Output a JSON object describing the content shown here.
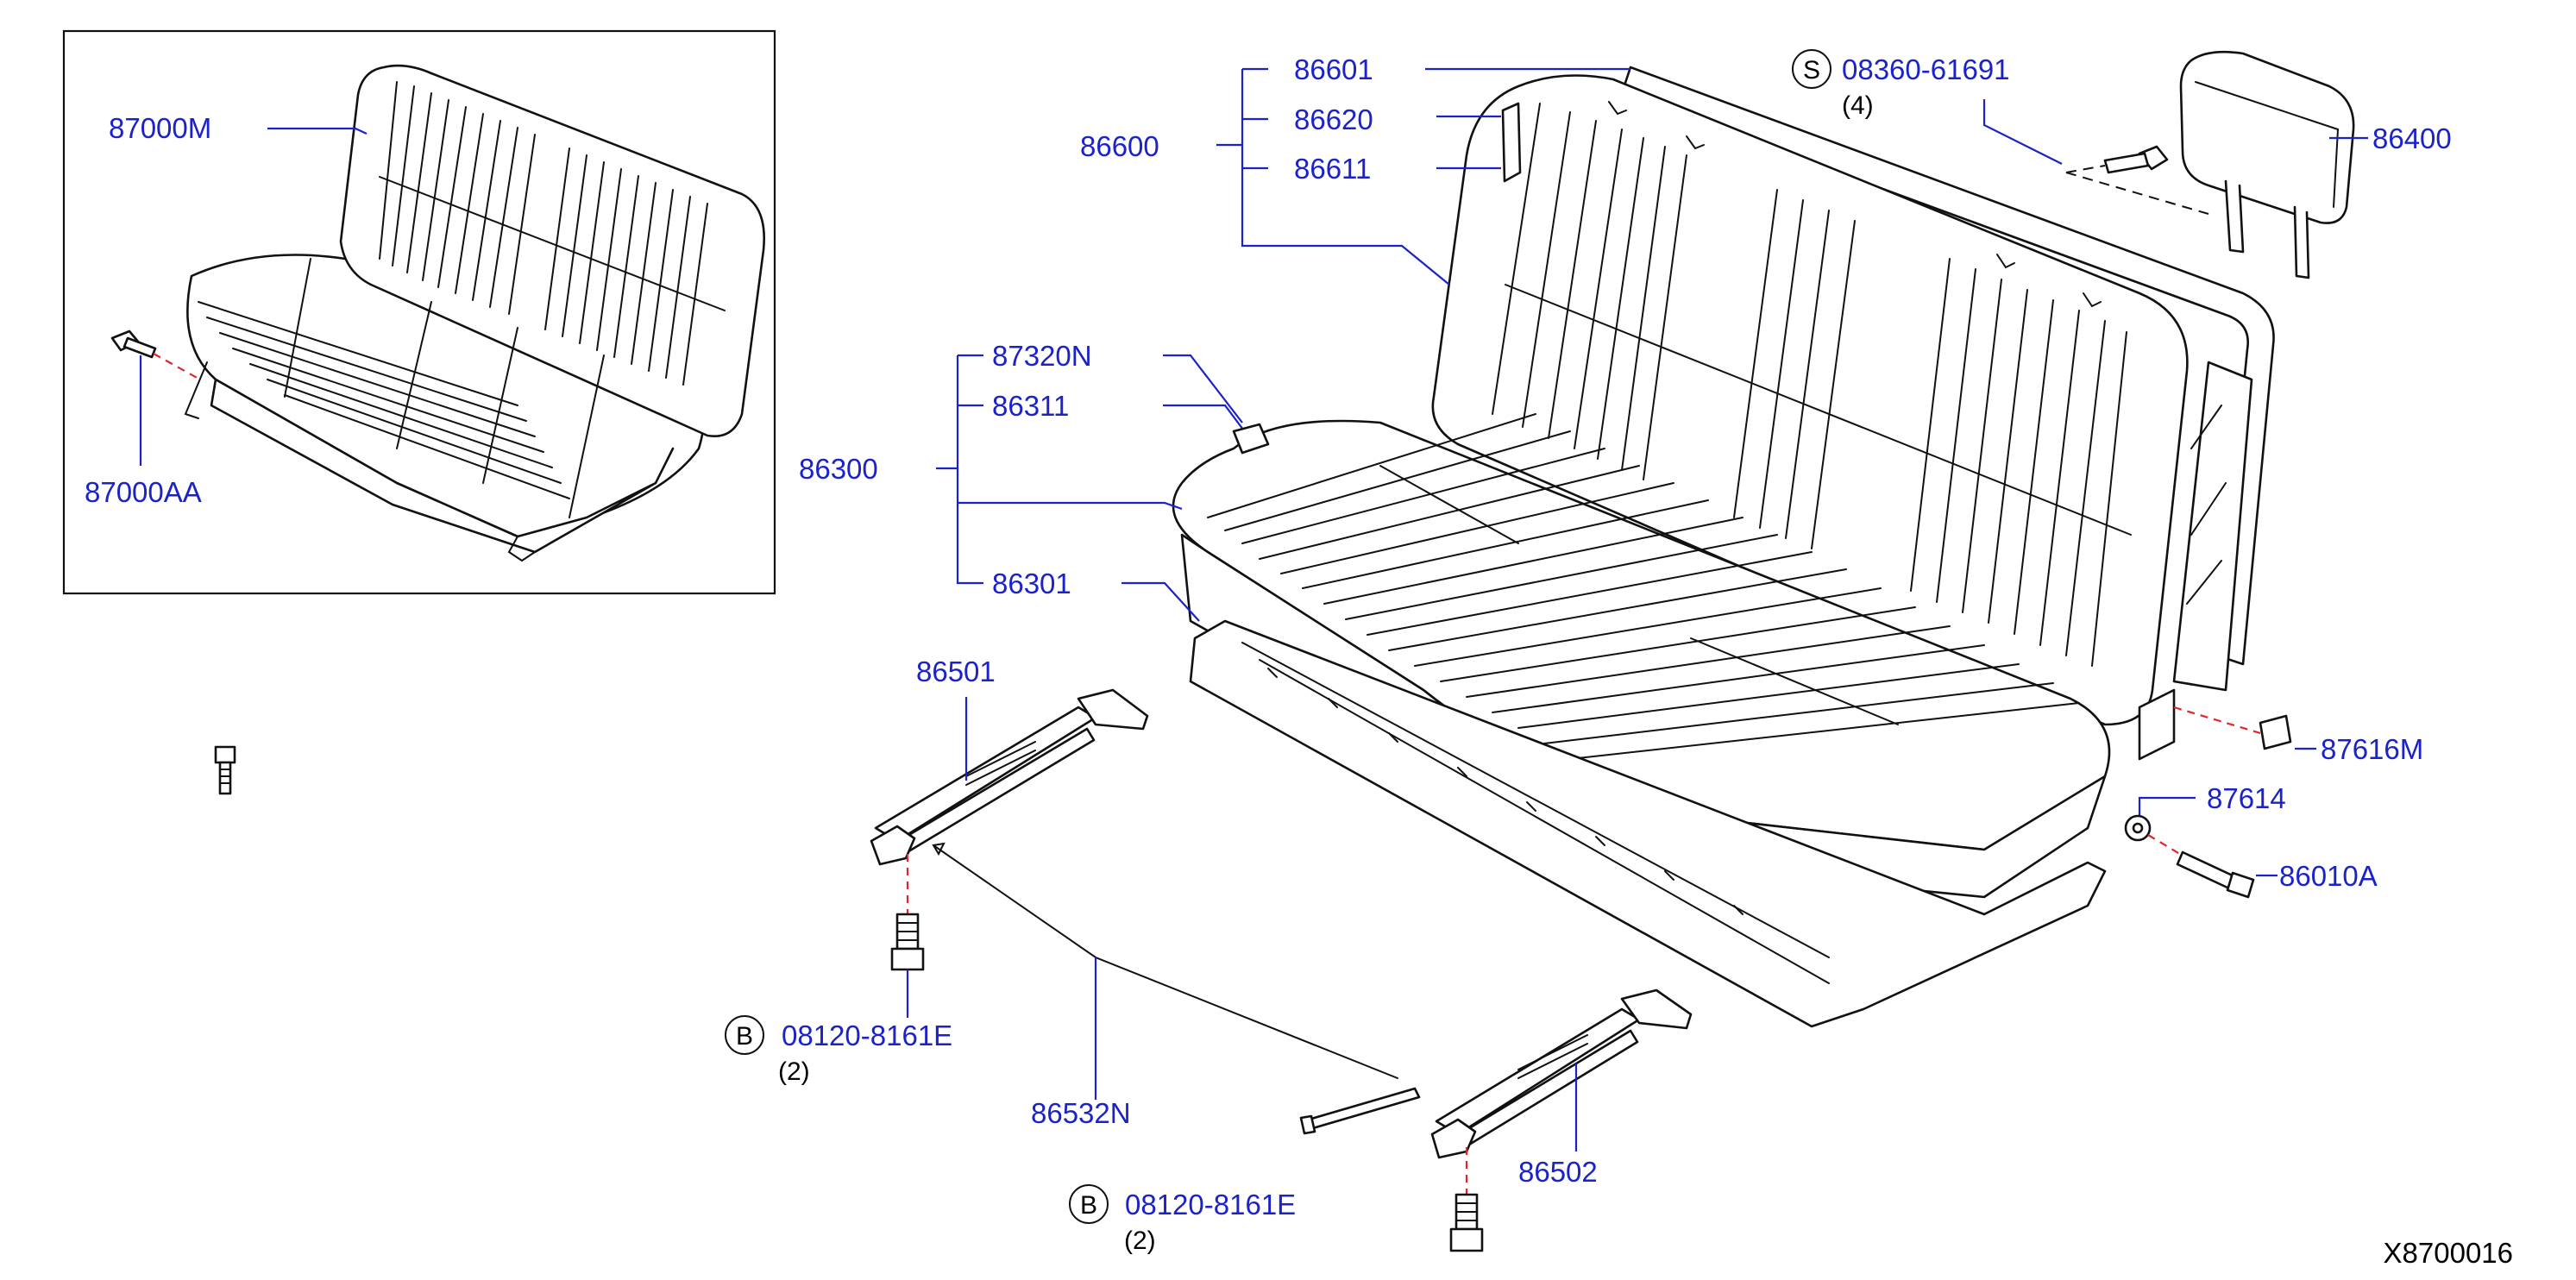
{
  "inset": {
    "parts": {
      "assembly": "87000M",
      "bolt": "87000AA"
    }
  },
  "parts": {
    "frame_group": "86600",
    "frame": "86601",
    "frame_pad": "86620",
    "frame_pad_clip": "86611",
    "headrest": "86400",
    "screw": "08360-61691",
    "screw_qty": "(4)",
    "screw_symbol": "S",
    "cushion_group": "86300",
    "cushion_cover": "87320N",
    "cushion_pad": "86311",
    "cushion_frame": "86301",
    "slide_left": "86501",
    "slide_right": "86502",
    "slide_link": "86532N",
    "bolt_left": "08120-8161E",
    "bolt_left_qty": "(2)",
    "bolt_right": "08120-8161E",
    "bolt_right_qty": "(2)",
    "bolt_symbol": "B",
    "bracket": "87616M",
    "washer": "87614",
    "bolt_side": "86010A"
  },
  "diagram_ref": "X8700016"
}
